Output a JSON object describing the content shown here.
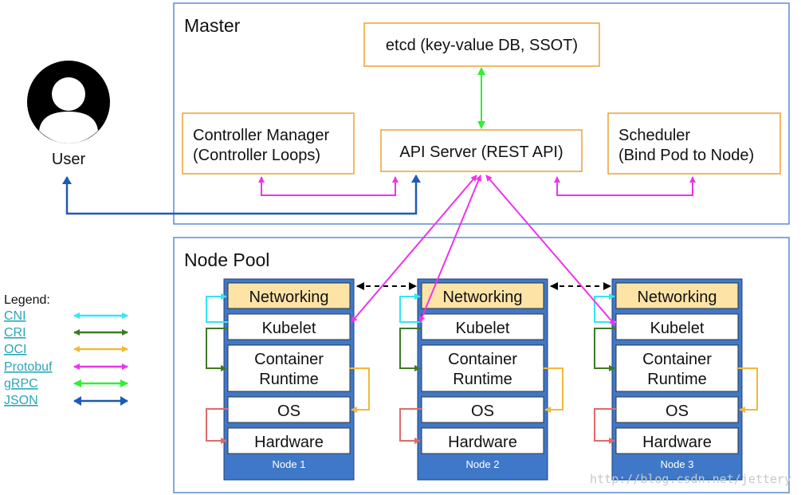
{
  "master": {
    "title": "Master",
    "etcd": "etcd (key-value DB, SSOT)",
    "controller_manager": [
      "Controller Manager",
      "(Controller Loops)"
    ],
    "api_server": "API Server (REST API)",
    "scheduler": [
      "Scheduler",
      "(Bind Pod to Node)"
    ]
  },
  "user": {
    "label": "User"
  },
  "node_pool": {
    "title": "Node Pool",
    "nodes": [
      {
        "name": "Node 1",
        "networking": "Networking",
        "kubelet": "Kubelet",
        "runtime": [
          "Container",
          "Runtime"
        ],
        "os": "OS",
        "hardware": "Hardware"
      },
      {
        "name": "Node 2",
        "networking": "Networking",
        "kubelet": "Kubelet",
        "runtime": [
          "Container",
          "Runtime"
        ],
        "os": "OS",
        "hardware": "Hardware"
      },
      {
        "name": "Node 3",
        "networking": "Networking",
        "kubelet": "Kubelet",
        "runtime": [
          "Container",
          "Runtime"
        ],
        "os": "OS",
        "hardware": "Hardware"
      }
    ]
  },
  "legend": {
    "title": "Legend:",
    "items": [
      {
        "label": "CNI",
        "color": "#33e6f2"
      },
      {
        "label": "CRI",
        "color": "#3d7a26"
      },
      {
        "label": "OCI",
        "color": "#f0b93a"
      },
      {
        "label": "Protobuf",
        "color": "#ee33ee"
      },
      {
        "label": "gRPC",
        "color": "#33ee33"
      },
      {
        "label": "JSON",
        "color": "#1e5aa0"
      }
    ]
  },
  "colors": {
    "panel_border": "#5b8bd6",
    "orange_border": "#f0a030",
    "node_blue": "#3f78c8",
    "networking_fill": "#fde4a6",
    "user_icon": "#000000",
    "hw_link": "#e06a6a"
  },
  "watermark": "http://blog.csdn.net/jettery"
}
